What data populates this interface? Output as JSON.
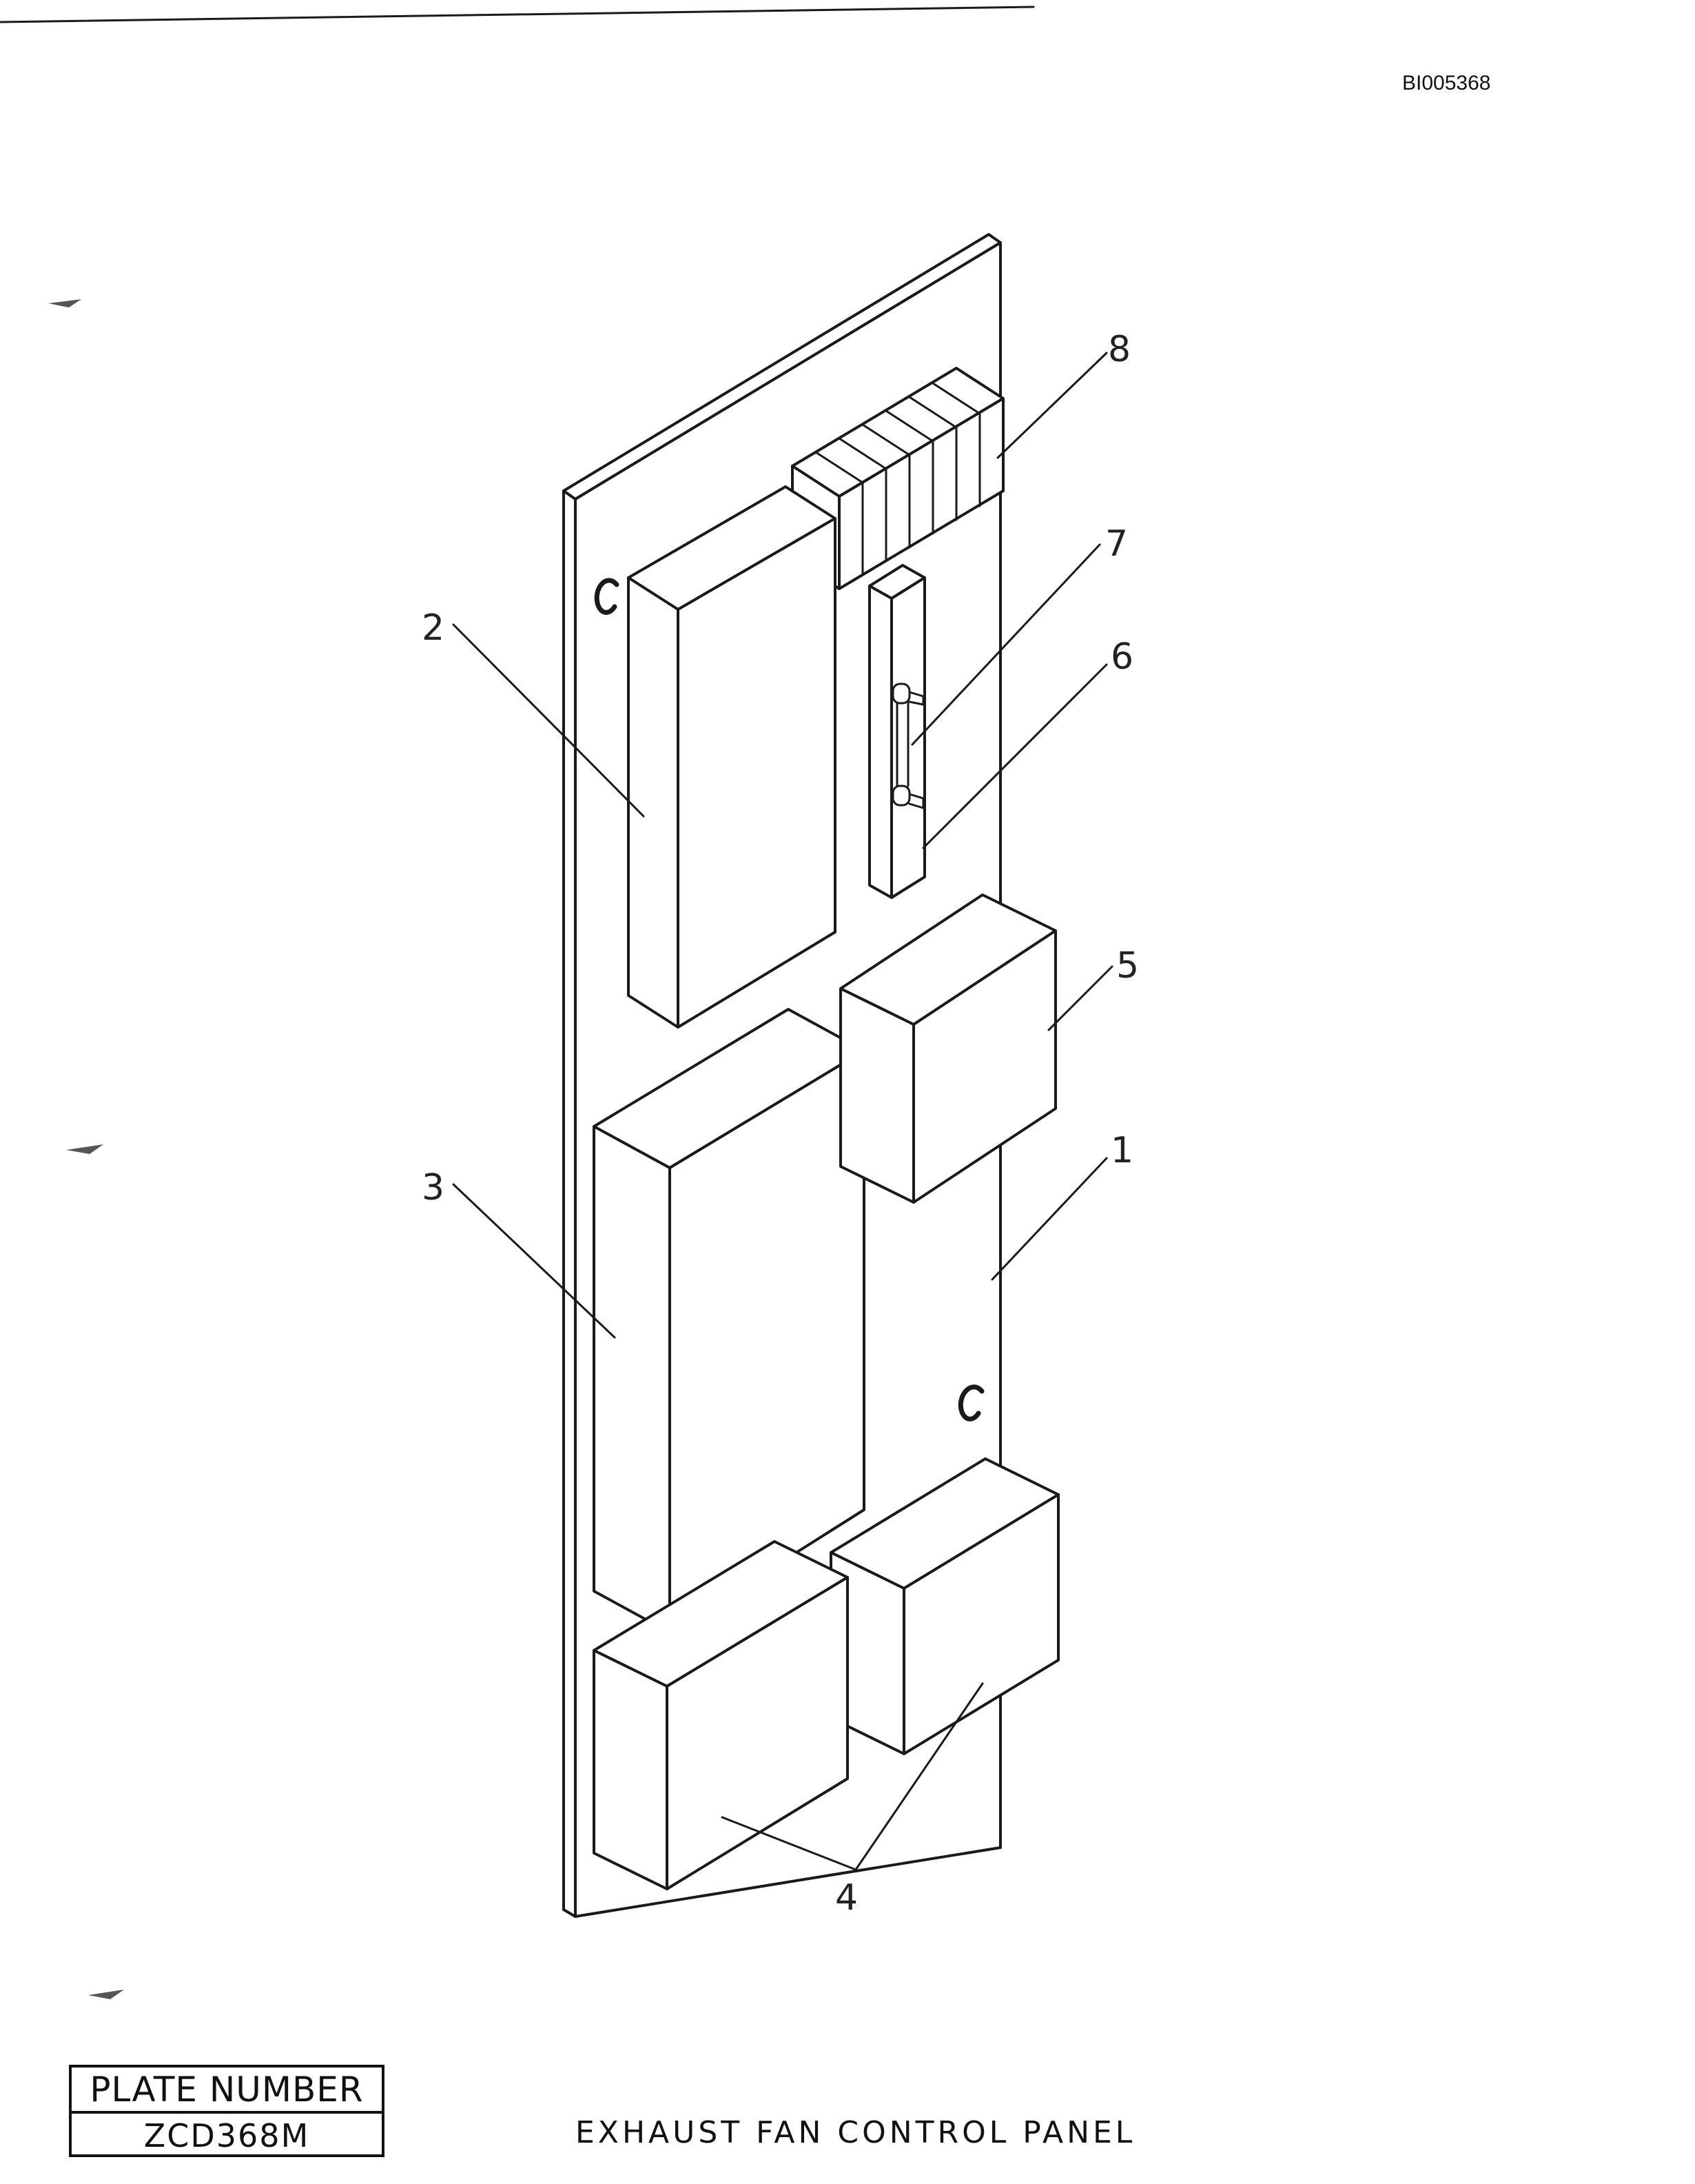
{
  "document": {
    "id": "BI005368",
    "title": "EXHAUST FAN CONTROL PANEL"
  },
  "plate": {
    "header": "PLATE NUMBER",
    "number": "ZCD368M"
  },
  "callouts": [
    {
      "id": "callout-1",
      "label": "1"
    },
    {
      "id": "callout-2",
      "label": "2"
    },
    {
      "id": "callout-3",
      "label": "3"
    },
    {
      "id": "callout-4",
      "label": "4"
    },
    {
      "id": "callout-5",
      "label": "5"
    },
    {
      "id": "callout-6",
      "label": "6"
    },
    {
      "id": "callout-7",
      "label": "7"
    },
    {
      "id": "callout-8",
      "label": "8"
    }
  ]
}
